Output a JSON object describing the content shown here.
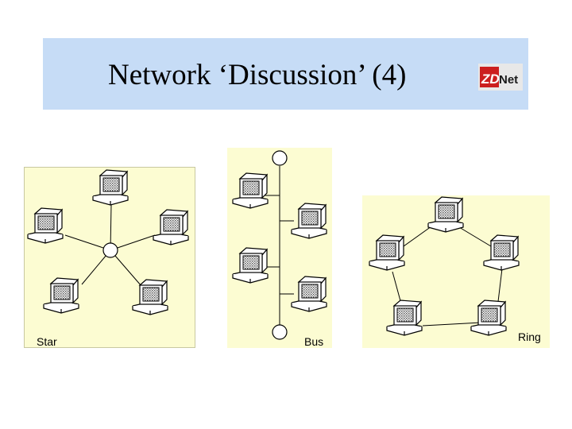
{
  "slide": {
    "title": "Network ‘Discussion’ (4)",
    "logo": {
      "brand_left": "ZD",
      "brand_right": "Net"
    }
  },
  "panels": [
    {
      "id": "star",
      "label": "Star"
    },
    {
      "id": "bus",
      "label": "Bus"
    },
    {
      "id": "ring",
      "label": "Ring"
    }
  ],
  "colors": {
    "title_bg": "#c6dcf6",
    "panel_bg": "#fcfcd2",
    "panel_border": "#c8c8a0",
    "logo_red": "#cc1f1f",
    "icon_name": "computer-icon"
  }
}
